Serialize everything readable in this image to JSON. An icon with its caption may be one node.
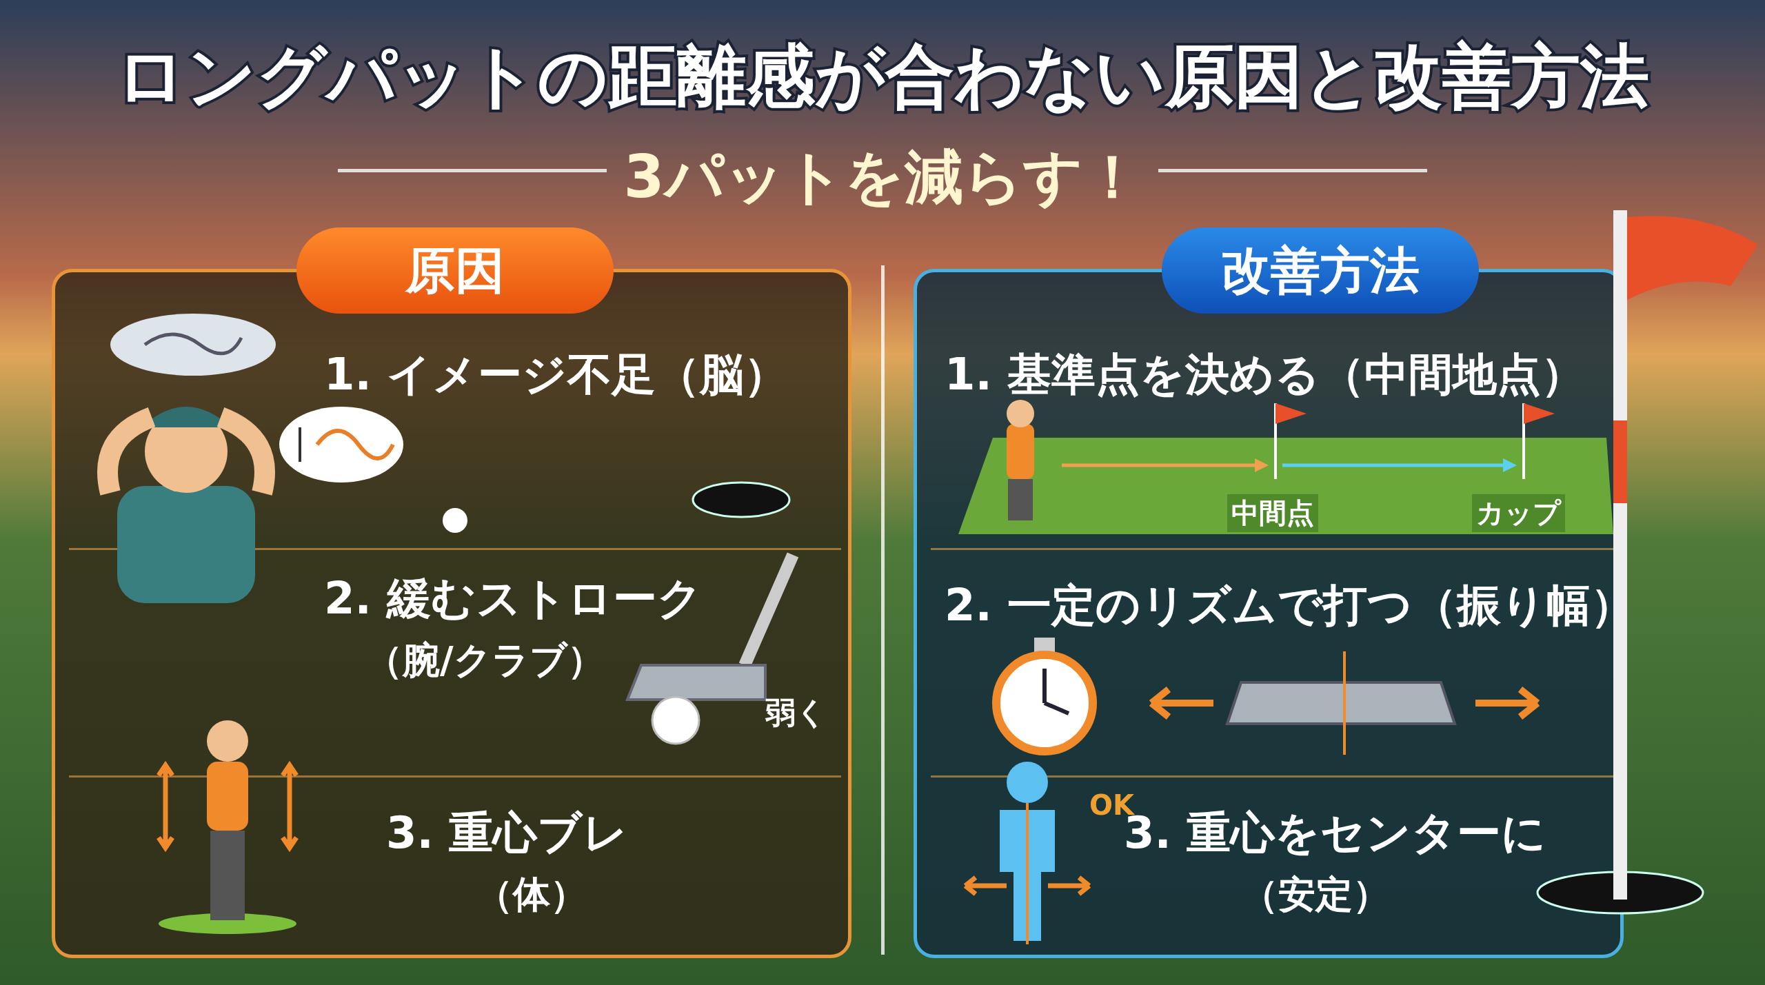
{
  "diagram": {
    "title": "ロングパットの距離感が合わない原因と改善方法",
    "nodes": [
      {
        "text": [
          "原因"
        ]
      },
      {
        "text": [
          "1. イメージ不足（脳）"
        ],
        "in": 0
      },
      {
        "text": [
          "2. 緩むストローク",
          "（腕/クラブ）"
        ],
        "in": 0
      },
      {
        "text": [
          "3. 重心ブレ",
          "（体）"
        ],
        "in": 0
      },
      {
        "text": [
          "改善方法"
        ]
      },
      {
        "text": [
          "1. 基準点を決める（中間地点）"
        ],
        "in": 4
      },
      {
        "text": [
          "2. 一定のリズムで打つ（振り幅）"
        ],
        "in": 4
      },
      {
        "text": [
          "3. 重心をセンターに",
          "（安定）"
        ],
        "in": 4
      }
    ],
    "labels": [
      "3パットを減らす！",
      "弱く",
      "中間点",
      "カップ",
      "OK"
    ]
  }
}
